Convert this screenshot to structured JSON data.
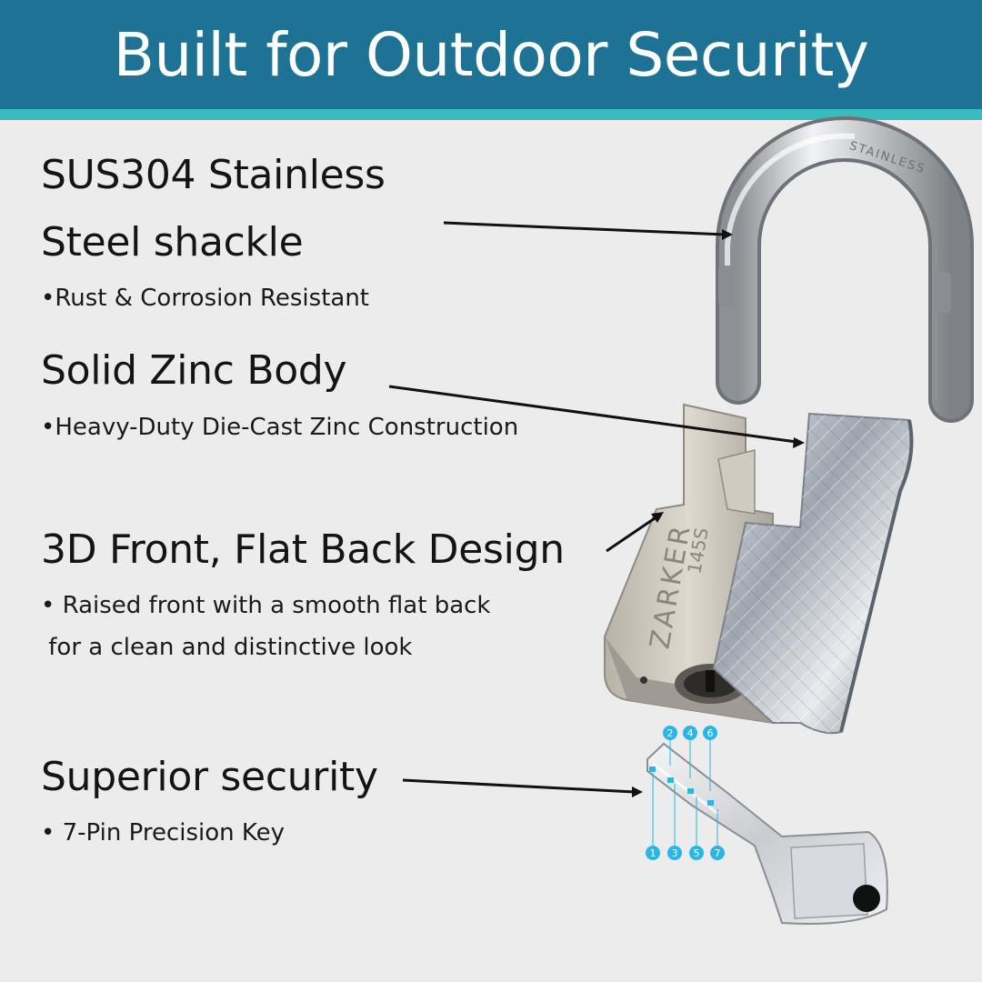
{
  "banner": {
    "title": "Built for Outdoor Security",
    "background": "#1e7394",
    "stripe": "#39bcbc"
  },
  "features": [
    {
      "title_line1": "SUS304 Stainless",
      "title_line2": "Steel shackle",
      "sub_line1": "•Rust & Corrosion Resistant"
    },
    {
      "title_line1": "Solid Zinc Body",
      "sub_line1": "•Heavy-Duty Die-Cast Zinc Construction"
    },
    {
      "title_line1": "3D Front, Flat Back Design",
      "sub_line1": "• Raised front with a smooth flat back",
      "sub_line2": " for a clean and distinctive look"
    },
    {
      "title_line1": "Superior security",
      "sub_line1": "• 7-Pin Precision Key"
    }
  ],
  "product": {
    "shackle_engraving": "STAINLESS",
    "body_brand": "ZARKER",
    "body_model": "145S",
    "pin_labels_top": [
      "2",
      "4",
      "6"
    ],
    "pin_labels_bottom": [
      "1",
      "3",
      "5",
      "7"
    ],
    "pin_color": "#29b6e6"
  }
}
